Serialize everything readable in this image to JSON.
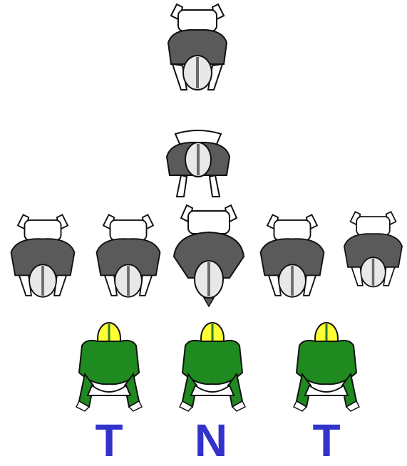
{
  "colors": {
    "offense_jersey": "#5a5a5a",
    "offense_outline": "#1a1a1a",
    "helmet": "#e8e8e8",
    "helmet_stripe": "#6a6a6a",
    "defense_jersey": "#1f8a1f",
    "defense_helmet": "#ffff33",
    "label": "#3333cc"
  },
  "labels": {
    "left": "T",
    "center": "N",
    "right": "T"
  }
}
